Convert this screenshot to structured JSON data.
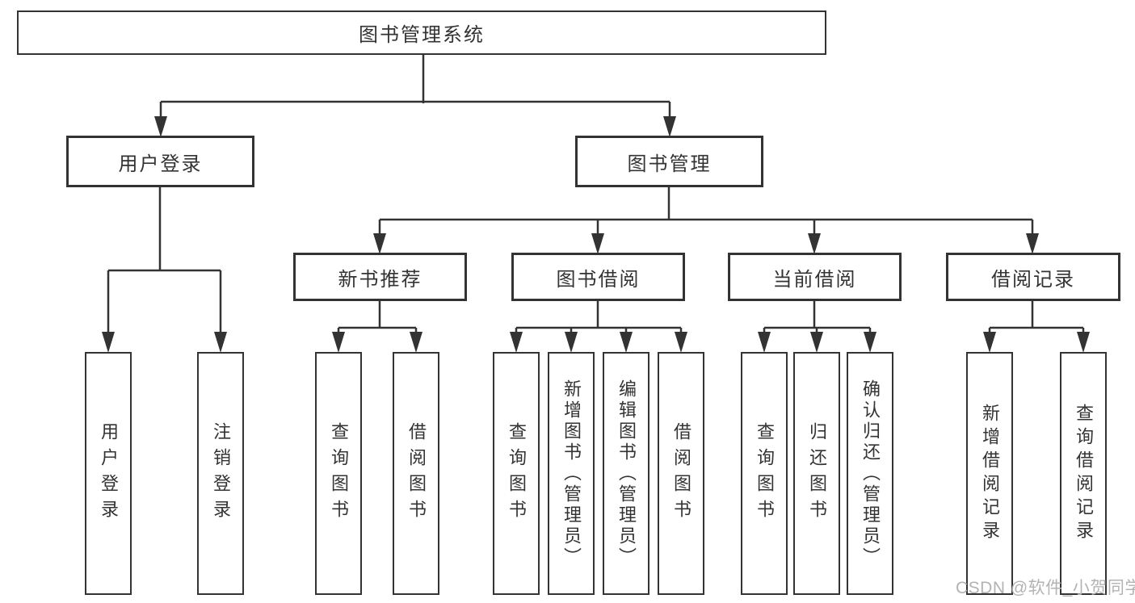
{
  "diagram": {
    "root": {
      "label": "图书管理系统"
    },
    "level2": [
      {
        "label": "用户登录"
      },
      {
        "label": "图书管理"
      }
    ],
    "level3": [
      {
        "label": "新书推荐"
      },
      {
        "label": "图书借阅"
      },
      {
        "label": "当前借阅"
      },
      {
        "label": "借阅记录"
      }
    ],
    "leaves": {
      "user_login": [
        {
          "label": "用户登录"
        },
        {
          "label": "注销登录"
        }
      ],
      "new_book": [
        {
          "label": "查询图书"
        },
        {
          "label": "借阅图书"
        }
      ],
      "book_borrow": [
        {
          "label": "查询图书"
        },
        {
          "label": "新增图书（管理员）"
        },
        {
          "label": "编辑图书（管理员）"
        },
        {
          "label": "借阅图书"
        }
      ],
      "current_borrow": [
        {
          "label": "查询图书"
        },
        {
          "label": "归还图书"
        },
        {
          "label": "确认归还（管理员）"
        }
      ],
      "borrow_record": [
        {
          "label": "新增借阅记录"
        },
        {
          "label": "查询借阅记录"
        }
      ]
    }
  },
  "watermark": {
    "text": "CSDN @软件_小贺同学"
  },
  "colors": {
    "line": "#333333",
    "text": "#333333",
    "watermark": "#b3b3b3",
    "background": "#ffffff"
  }
}
